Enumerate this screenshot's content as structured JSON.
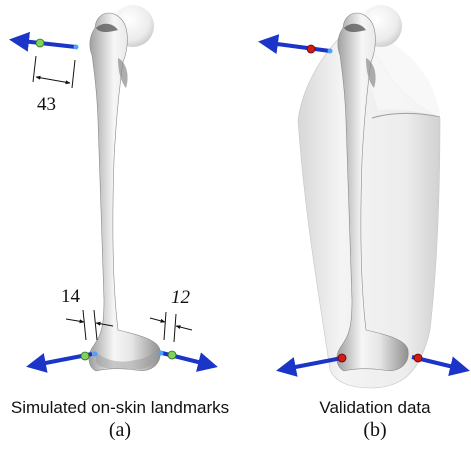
{
  "panels": [
    {
      "id": "a",
      "caption": "Simulated on-skin landmarks",
      "sublabel": "(a)",
      "dimensions": [
        "43",
        "14",
        "12"
      ],
      "landmark_color": "#7fd35a"
    },
    {
      "id": "b",
      "caption": "Validation data",
      "sublabel": "(b)",
      "landmark_color": "#d11a1a"
    }
  ],
  "colors": {
    "arrow": "#1a35c8",
    "bone_light": "#f2f2f2",
    "bone_shadow": "#a9a9a9",
    "dimension_line": "#111111"
  }
}
